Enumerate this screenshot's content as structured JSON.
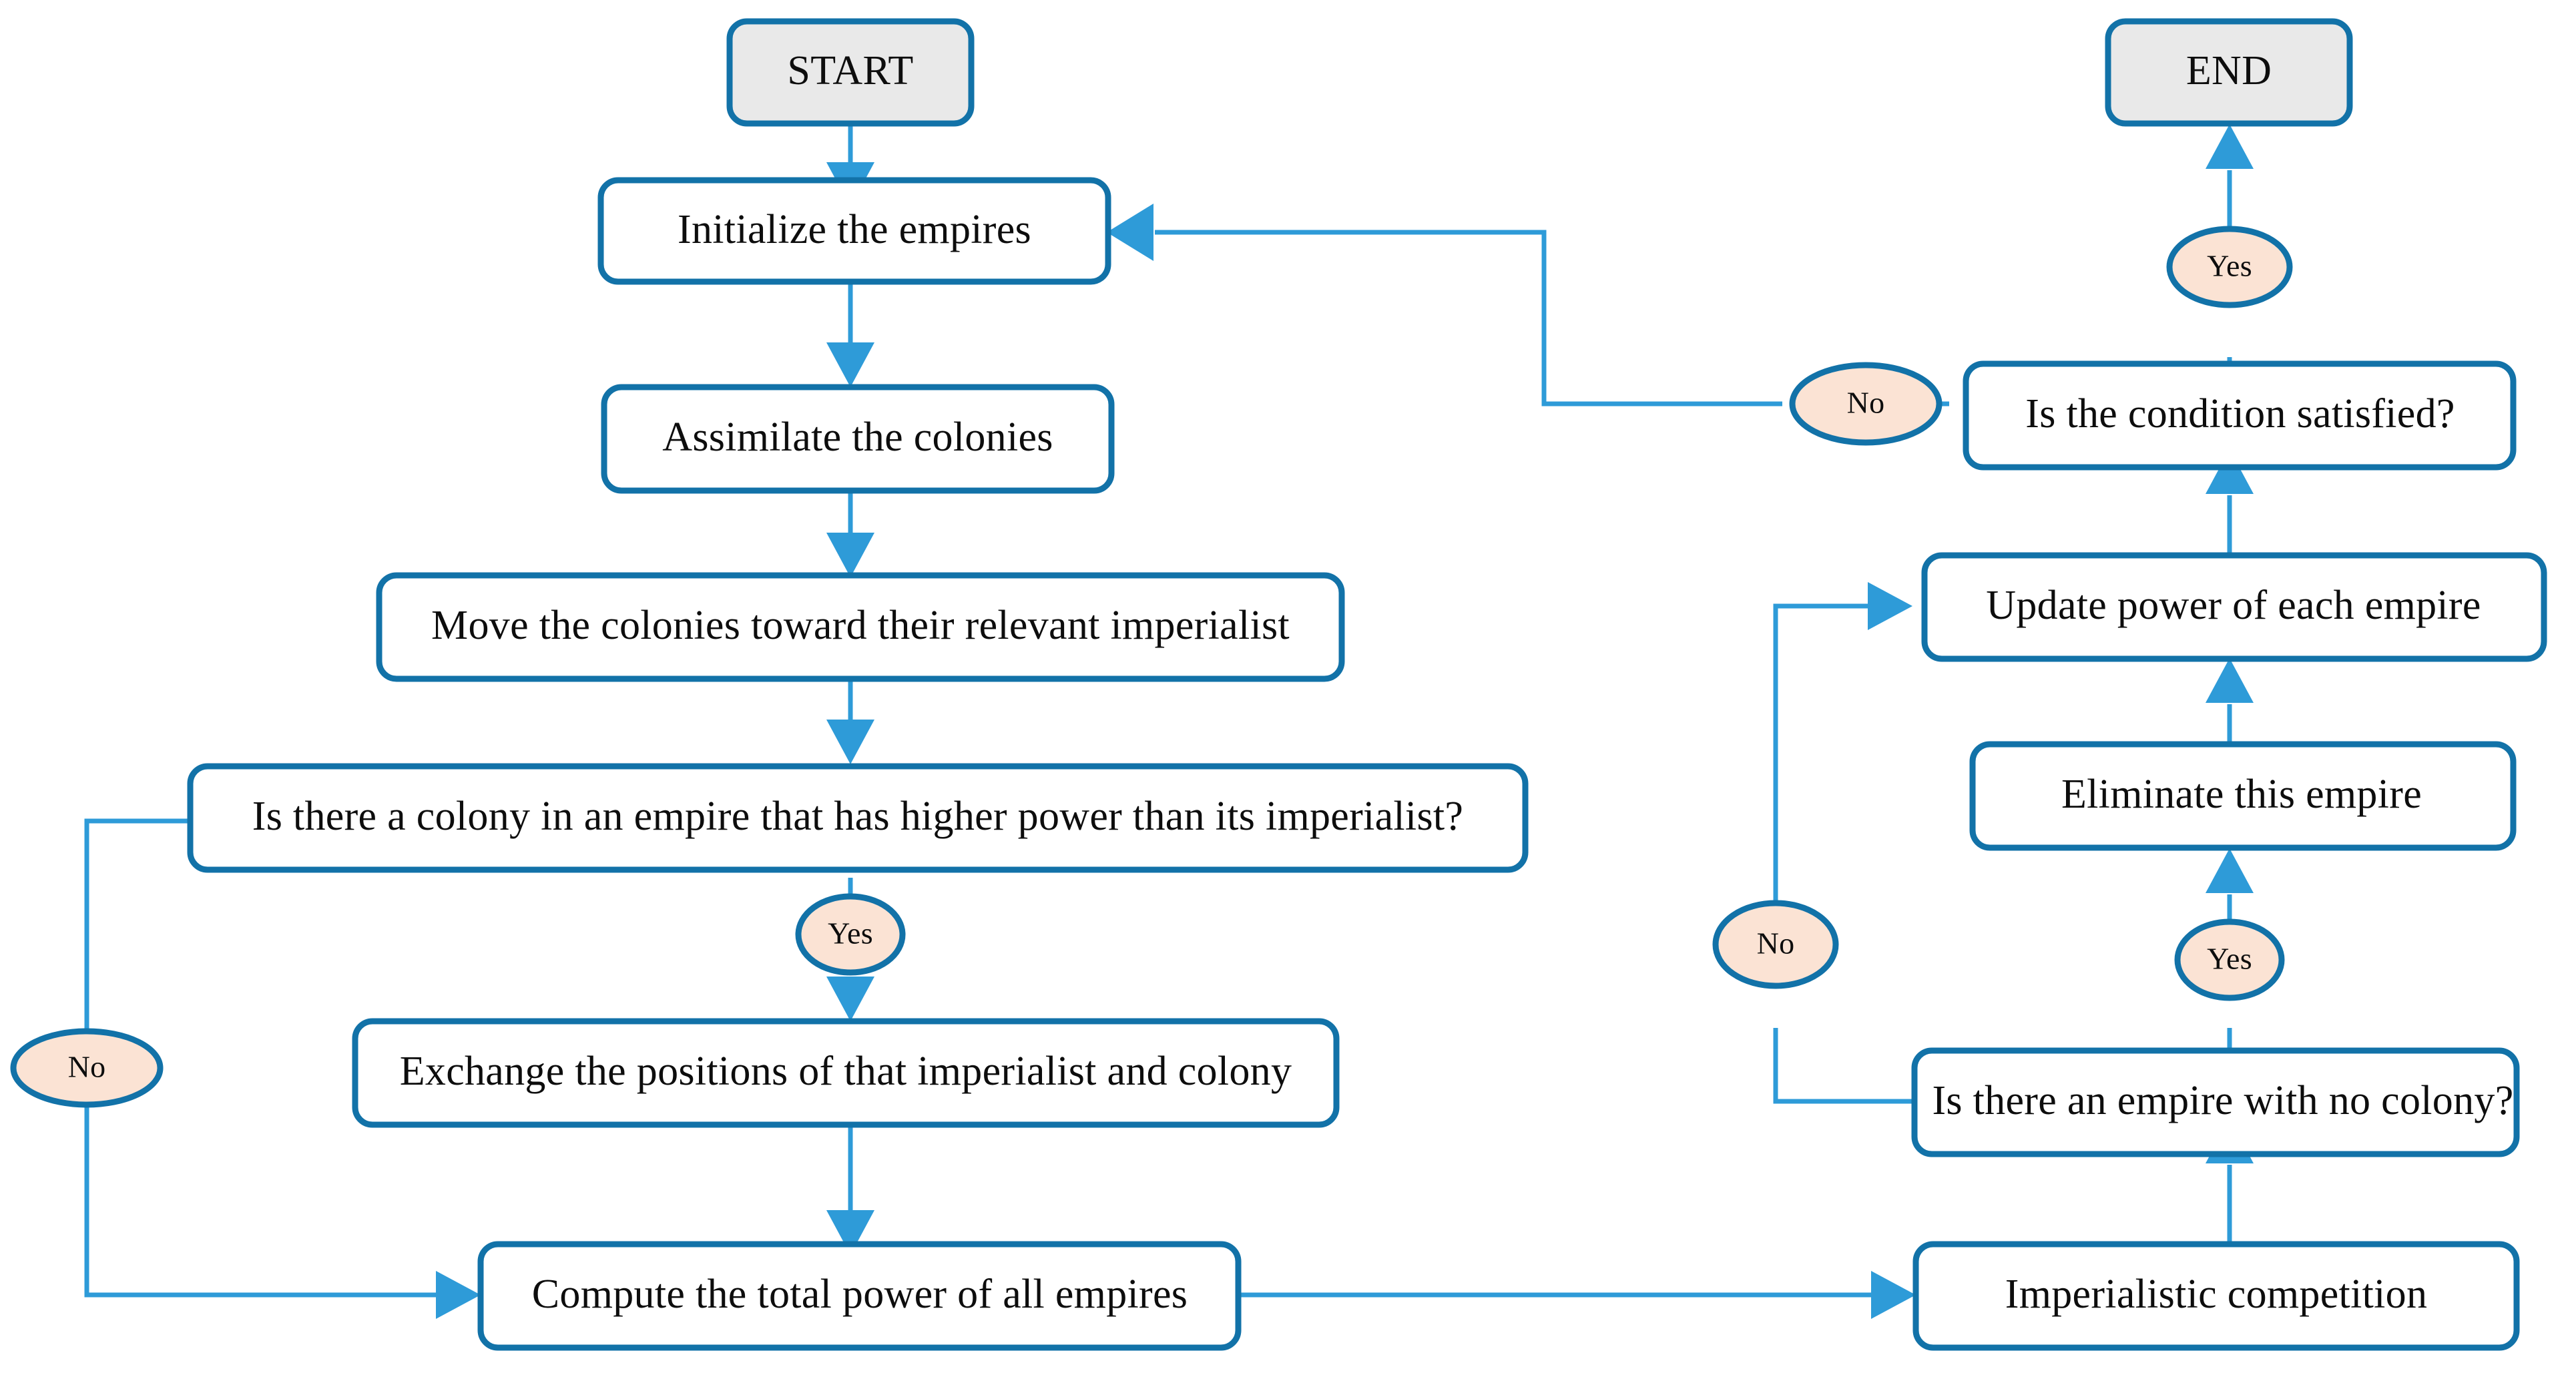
{
  "diagram": {
    "title": "Imperialist Competitive Algorithm Flowchart",
    "colors": {
      "node_border": "#1272a8",
      "node_fill": "#ffffff",
      "terminal_fill": "#e9e9e9",
      "decision_label_fill": "#fbe3d4",
      "connector": "#2e9bd8",
      "text": "#0d0d0d",
      "background": "#ffffff"
    },
    "nodes": [
      {
        "id": "start",
        "label": "START",
        "shape": "rounded-rect",
        "style": "terminal"
      },
      {
        "id": "initialize",
        "label": "Initialize the empires",
        "shape": "rounded-rect",
        "style": "process"
      },
      {
        "id": "assimilate",
        "label": "Assimilate  the colonies",
        "shape": "rounded-rect",
        "style": "process"
      },
      {
        "id": "move",
        "label": "Move the colonies toward their relevant imperialist",
        "shape": "rounded-rect",
        "style": "process"
      },
      {
        "id": "colonycheck",
        "label": "Is there a colony in an empire that has higher power than its imperialist?",
        "shape": "rounded-rect",
        "style": "decision"
      },
      {
        "id": "exchange",
        "label": "Exchange the positions of that imperialist and colony",
        "shape": "rounded-rect",
        "style": "process"
      },
      {
        "id": "compute",
        "label": "Compute the total power of all empires",
        "shape": "rounded-rect",
        "style": "process"
      },
      {
        "id": "competition",
        "label": "Imperialistic competition",
        "shape": "rounded-rect",
        "style": "process"
      },
      {
        "id": "nocolony",
        "label": "Is there an empire with no colony?",
        "shape": "rounded-rect",
        "style": "decision"
      },
      {
        "id": "eliminate",
        "label": "Eliminate this empire",
        "shape": "rounded-rect",
        "style": "process"
      },
      {
        "id": "updatepower",
        "label": "Update power of each empire",
        "shape": "rounded-rect",
        "style": "process"
      },
      {
        "id": "condition",
        "label": "Is the condition satisfied?",
        "shape": "rounded-rect",
        "style": "decision"
      },
      {
        "id": "end",
        "label": "END",
        "shape": "rounded-rect",
        "style": "terminal"
      }
    ],
    "edge_labels": [
      {
        "id": "yes-colony",
        "label": "Yes",
        "shape": "ellipse",
        "from": "colonycheck",
        "to": "exchange"
      },
      {
        "id": "no-colony",
        "label": "No",
        "shape": "ellipse",
        "from": "colonycheck",
        "to": "compute"
      },
      {
        "id": "yes-nocolony",
        "label": "Yes",
        "shape": "ellipse",
        "from": "nocolony",
        "to": "eliminate"
      },
      {
        "id": "no-nocolony",
        "label": "No",
        "shape": "ellipse",
        "from": "nocolony",
        "to": "updatepower"
      },
      {
        "id": "yes-condition",
        "label": "Yes",
        "shape": "ellipse",
        "from": "condition",
        "to": "end"
      },
      {
        "id": "no-condition",
        "label": "No",
        "shape": "ellipse",
        "from": "condition",
        "to": "initialize"
      }
    ],
    "edges": [
      {
        "from": "start",
        "to": "initialize",
        "label": ""
      },
      {
        "from": "initialize",
        "to": "assimilate",
        "label": ""
      },
      {
        "from": "assimilate",
        "to": "move",
        "label": ""
      },
      {
        "from": "move",
        "to": "colonycheck",
        "label": ""
      },
      {
        "from": "colonycheck",
        "to": "exchange",
        "label": "Yes"
      },
      {
        "from": "colonycheck",
        "to": "compute",
        "label": "No"
      },
      {
        "from": "exchange",
        "to": "compute",
        "label": ""
      },
      {
        "from": "compute",
        "to": "competition",
        "label": ""
      },
      {
        "from": "competition",
        "to": "nocolony",
        "label": ""
      },
      {
        "from": "nocolony",
        "to": "eliminate",
        "label": "Yes"
      },
      {
        "from": "nocolony",
        "to": "updatepower",
        "label": "No"
      },
      {
        "from": "eliminate",
        "to": "updatepower",
        "label": ""
      },
      {
        "from": "updatepower",
        "to": "condition",
        "label": ""
      },
      {
        "from": "condition",
        "to": "end",
        "label": "Yes"
      },
      {
        "from": "condition",
        "to": "initialize",
        "label": "No"
      }
    ]
  }
}
